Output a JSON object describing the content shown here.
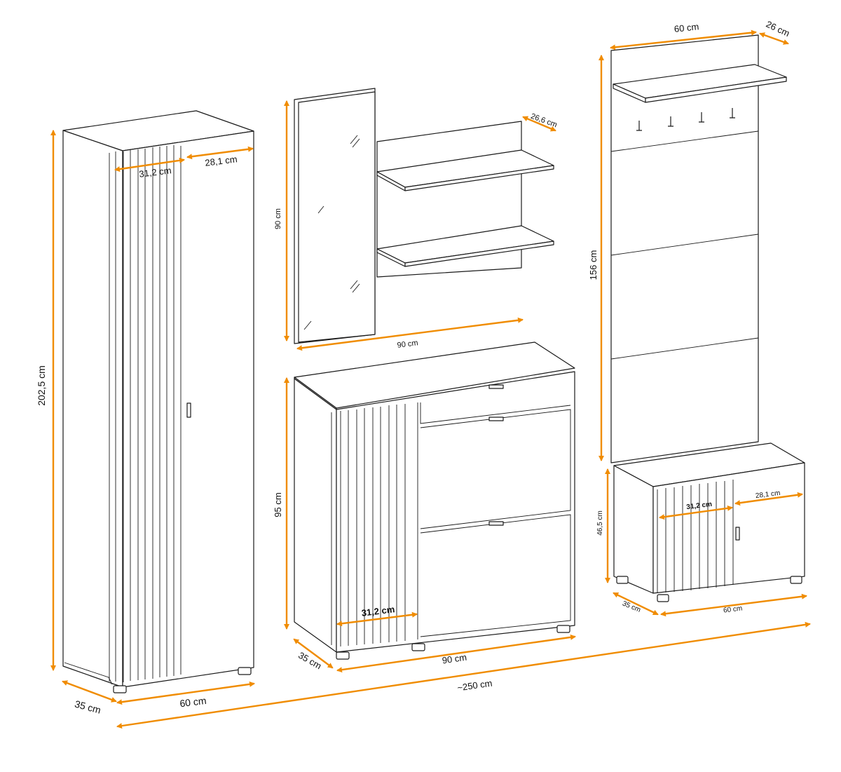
{
  "colors": {
    "dimension": "#f08c00",
    "outline": "#1a1a1a",
    "background": "#ffffff"
  },
  "labels": {
    "tall_height": "202,5 cm",
    "tall_depth": "35 cm",
    "tall_width": "60 cm",
    "tall_door_left": "31,2 cm",
    "tall_door_right": "28,1 cm",
    "mirror_height": "90 cm",
    "mirror_width": "90 cm",
    "shelf_depth": "26,6 cm",
    "cabinet_height": "95 cm",
    "cabinet_depth": "35 cm",
    "cabinet_width": "90 cm",
    "cabinet_door": "31,2 cm",
    "panel_width": "60 cm",
    "panel_depth": "26 cm",
    "panel_height": "156 cm",
    "bench_height": "46,5 cm",
    "bench_depth": "35 cm",
    "bench_width": "60 cm",
    "bench_door_left": "31,2 cm",
    "bench_door_right": "28,1 cm",
    "total_width": "~250 cm"
  }
}
